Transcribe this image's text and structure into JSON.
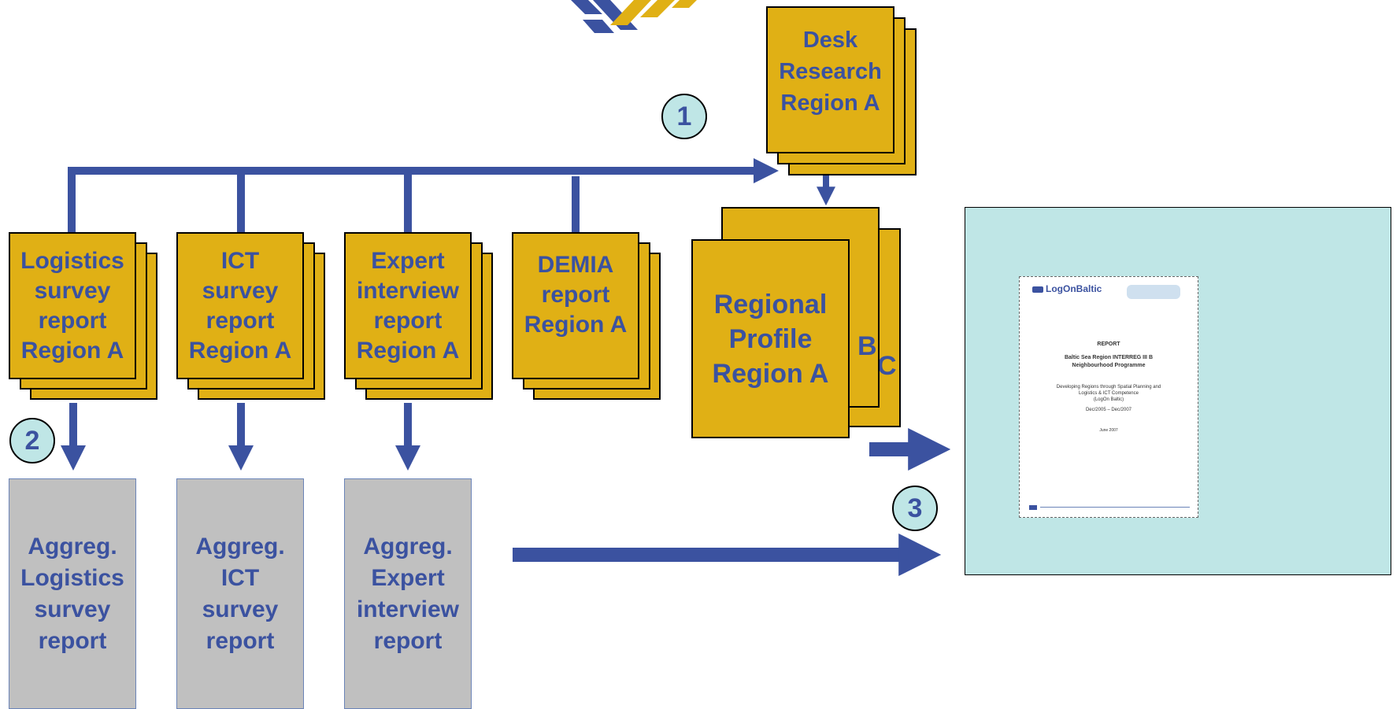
{
  "colors": {
    "document_fill": "#e0b015",
    "aggregate_fill": "#c0c0c0",
    "arrow": "#3b52a0",
    "text": "#3b52a0",
    "circle_fill": "#bfe6e6",
    "final_box_fill": "#bfe6e6",
    "logo_blue": "#3b52a0",
    "logo_yellow": "#e0b015"
  },
  "desk_research": {
    "label": "Desk\nResearch\nRegion A"
  },
  "reports": [
    {
      "label": "Logistics\nsurvey\nreport\nRegion A"
    },
    {
      "label": "ICT\nsurvey\nreport\nRegion A"
    },
    {
      "label": "Expert\ninterview\nreport\nRegion A"
    },
    {
      "label": "DEMIA\nreport\nRegion A"
    }
  ],
  "regional_profile": {
    "label": "Regional\nProfile\nRegion A",
    "stack_letters": [
      "B",
      "C"
    ]
  },
  "aggregates": [
    {
      "label": "Aggreg.\nLogistics\nsurvey\nreport"
    },
    {
      "label": "Aggreg.\nICT\nsurvey\nreport"
    },
    {
      "label": "Aggreg.\nExpert\ninterview\nreport"
    }
  ],
  "steps": [
    "1",
    "2",
    "3"
  ],
  "final_report": {
    "logo_text": "LogOnBaltic",
    "heading": "REPORT",
    "programme": "Baltic Sea Region INTERREG III B\nNeighbourhood Programme",
    "project": "Developing Regions through Spatial Planning and\nLogistics & ICT Competence\n(LogOn Baltic)",
    "period": "Dec/2005 – Dec/2007",
    "date": "June 2007"
  }
}
